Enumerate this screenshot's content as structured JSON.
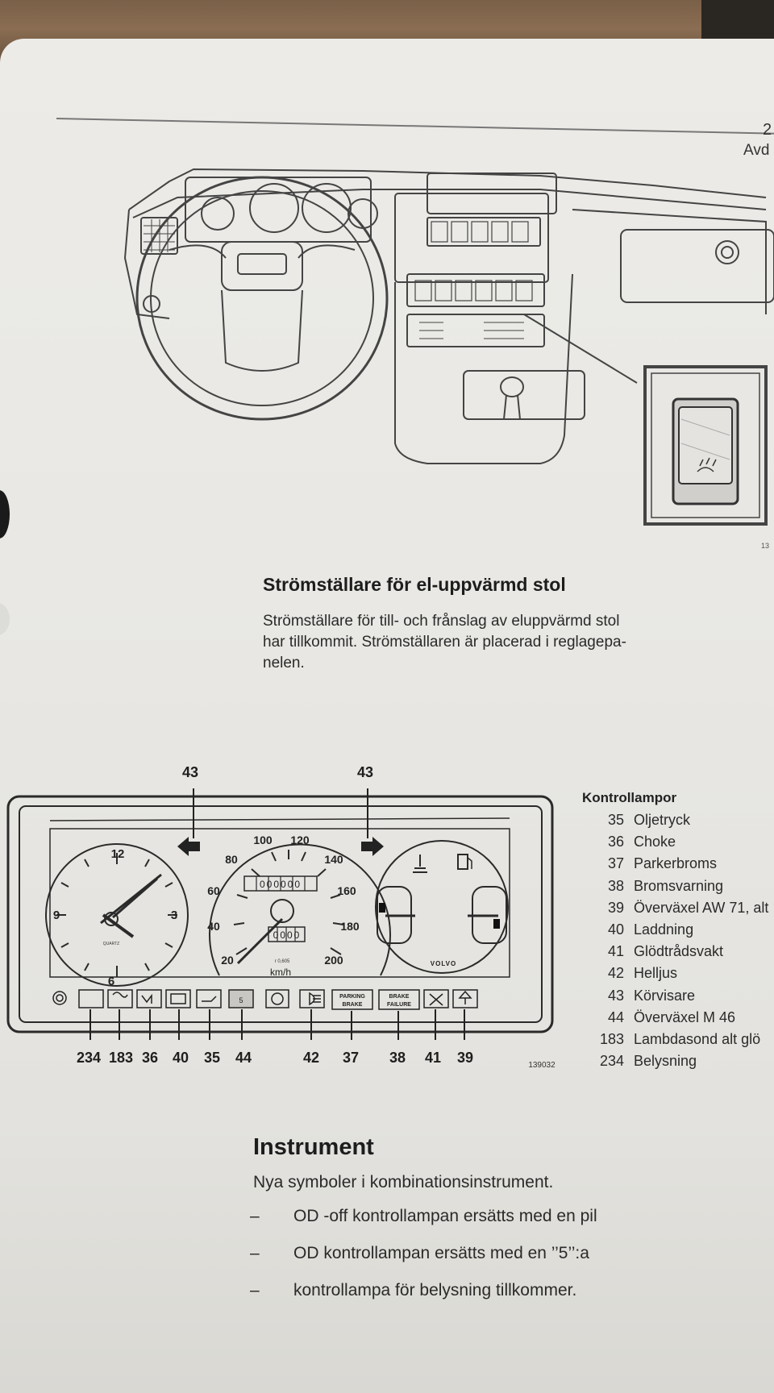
{
  "header": {
    "page_number": "2",
    "section": "Avd"
  },
  "figure1": {
    "code": "13"
  },
  "switch_section": {
    "title": "Strömställare för el-uppvärmd stol",
    "lines": [
      "Strömställare för till- och frånslag av eluppvärmd stol",
      "har tillkommit. Strömställaren är placerad i reglagepa-",
      "nelen."
    ]
  },
  "instrument_figure": {
    "top_labels": [
      "43",
      "43"
    ],
    "bottom_labels": [
      "234",
      "183",
      "36",
      "40",
      "35",
      "44",
      "42",
      "37",
      "38",
      "41",
      "39"
    ],
    "figure_code": "139032",
    "clock_numbers": [
      "12",
      "3",
      "6",
      "9"
    ],
    "clock_brand": "QUARTZ",
    "speed_numbers": [
      "20",
      "40",
      "60",
      "80",
      "100",
      "120",
      "140",
      "160",
      "180",
      "200"
    ],
    "odometer": "000000",
    "trip": "0000",
    "speed_unit": "km/h",
    "speed_ratio": "r 0,605",
    "brand": "VOLVO",
    "five_symbol": "5",
    "parking_brake": [
      "PARKING",
      "BRAKE"
    ],
    "brake_failure": [
      "BRAKE",
      "FAILURE"
    ]
  },
  "legend": {
    "title": "Kontrollampor",
    "items": [
      {
        "num": "35",
        "label": "Oljetryck"
      },
      {
        "num": "36",
        "label": "Choke"
      },
      {
        "num": "37",
        "label": "Parkerbroms"
      },
      {
        "num": "38",
        "label": "Bromsvarning"
      },
      {
        "num": "39",
        "label": "Överväxel AW 71, alt"
      },
      {
        "num": "40",
        "label": "Laddning"
      },
      {
        "num": "41",
        "label": "Glödtrådsvakt"
      },
      {
        "num": "42",
        "label": "Helljus"
      },
      {
        "num": "43",
        "label": "Körvisare"
      },
      {
        "num": "44",
        "label": "Överväxel M 46"
      },
      {
        "num": "183",
        "label": "Lambdasond alt glö"
      },
      {
        "num": "234",
        "label": "Belysning"
      }
    ]
  },
  "instrument_section": {
    "title": "Instrument",
    "intro": "Nya symboler i kombinationsinstrument.",
    "bullets": [
      {
        "dash": "–",
        "text": "OD -off kontrollampan ersätts med en pil"
      },
      {
        "dash": "–",
        "text": "OD kontrollampan ersätts med en ’’5’’:a"
      },
      {
        "dash": "–",
        "text": "kontrollampa för belysning tillkommer."
      }
    ]
  }
}
